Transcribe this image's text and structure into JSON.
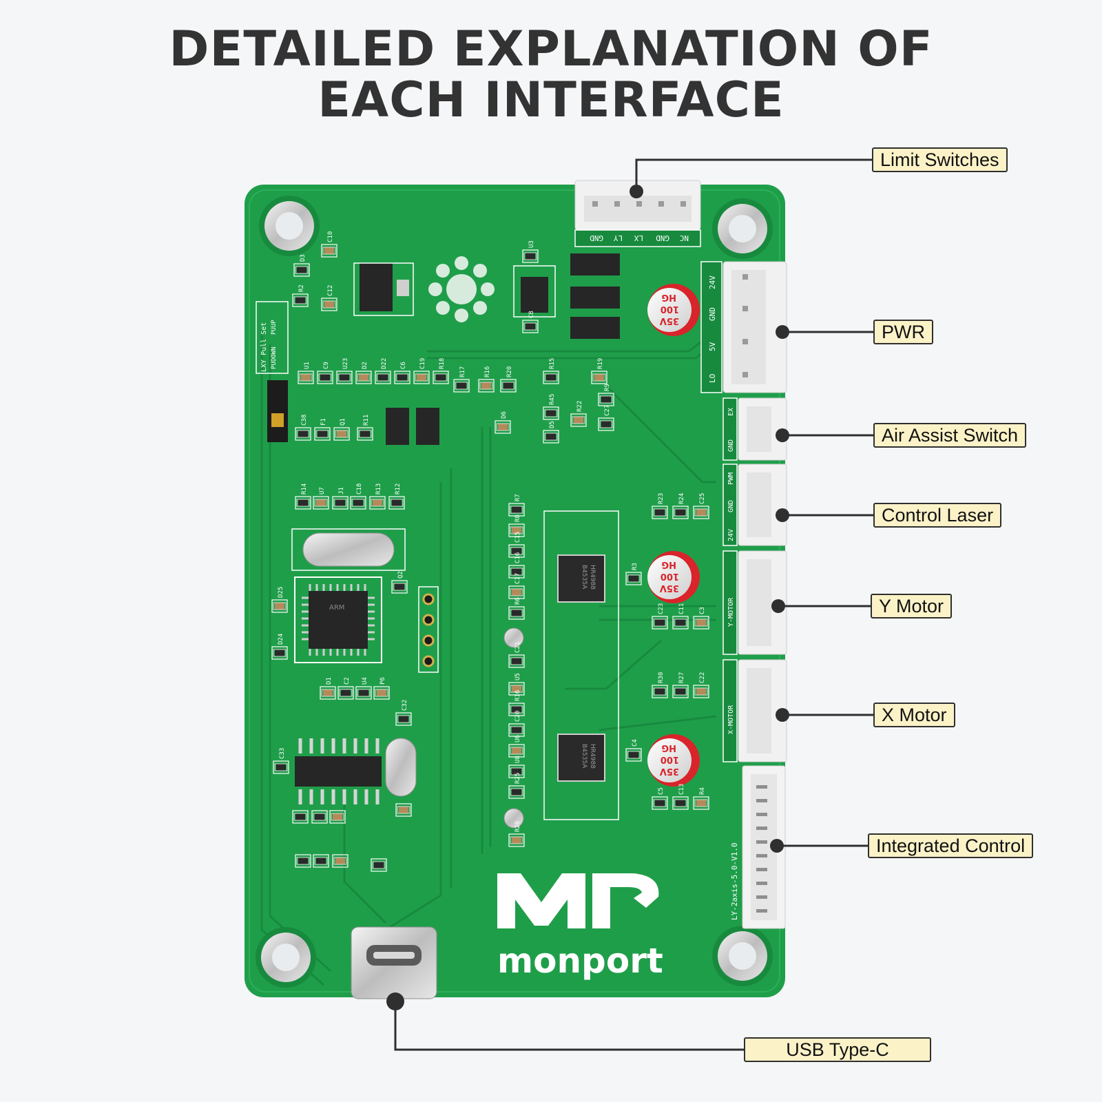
{
  "title": {
    "line1": "DETAILED EXPLANATION OF",
    "line2": "EACH INTERFACE"
  },
  "callouts": {
    "limit_switches": "Limit Switches",
    "pwr": "PWR",
    "air_assist_switch": "Air Assist Switch",
    "control_laser": "Control Laser",
    "y_motor": "Y Motor",
    "x_motor": "X Motor",
    "integrated_control": "Integrated Control",
    "usb_type_c": "USB Type-C"
  },
  "board": {
    "brand": "monport",
    "logo_letters": "MP",
    "revision": "LY-2axis-5.0-V1.0",
    "pull_set_label": "LXY Pull Set",
    "pull_options": [
      "PUUP",
      "PUDOWN"
    ],
    "limit_pins": [
      "NC",
      "GND",
      "LX",
      "LY",
      "GND"
    ],
    "power_pins": [
      "24V",
      "GND",
      "5V",
      "LO"
    ],
    "air_pins": [
      "EX",
      "GND"
    ],
    "laser_pins": [
      "PWM",
      "GND",
      "24V"
    ],
    "y_motor_label": "Y-MOTOR",
    "x_motor_label": "X-MOTOR",
    "capacitor_text": [
      "35V",
      "100",
      "HG"
    ],
    "component_labels": [
      "C10",
      "D3",
      "R2",
      "C12",
      "U3",
      "C8",
      "U1",
      "C9",
      "U23",
      "D2",
      "D22",
      "C6",
      "C19",
      "R18",
      "R17",
      "R16",
      "R20",
      "R15",
      "R19",
      "R9",
      "C27",
      "R22",
      "R45",
      "D5",
      "D6",
      "C38",
      "F1",
      "Q1",
      "R11",
      "R14",
      "U7",
      "J1",
      "C18",
      "R13",
      "R12",
      "Q2",
      "D25",
      "D24",
      "R7",
      "R8",
      "C15",
      "C16",
      "C17",
      "R6",
      "C21",
      "U5",
      "R16",
      "C20",
      "U6",
      "U8",
      "R25",
      "R26",
      "R23",
      "R24",
      "C25",
      "C23",
      "C11",
      "C3",
      "R30",
      "R27",
      "C22",
      "C5",
      "C13",
      "R4",
      "R3",
      "C4",
      "D1",
      "C2",
      "U4",
      "P6",
      "C32",
      "C33"
    ],
    "mcu_marking": [
      "ARM"
    ],
    "driver_marking": [
      "HR4988",
      "B4535A"
    ]
  },
  "colors": {
    "pcb": "#1f9e4a",
    "trace": "#178a3e",
    "silk": "#ffffff",
    "connector": "#f1f1f1",
    "cap_red": "#d8242a",
    "label_bg": "#fcf2c8"
  }
}
